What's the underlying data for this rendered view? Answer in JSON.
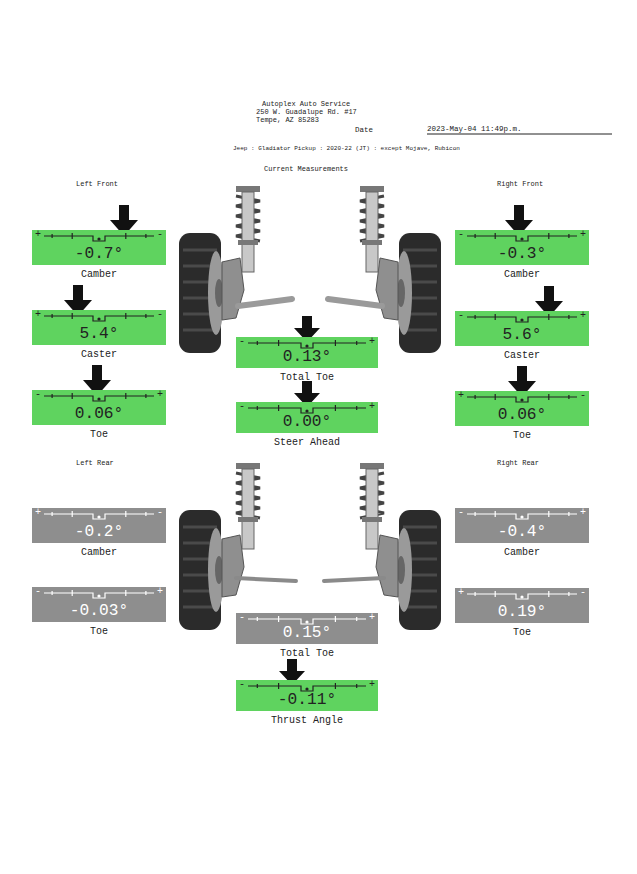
{
  "diagram": {
    "nodes": [
      {
        "text": [
          "+",
          "-",
          "-0.7°",
          "Camber"
        ]
      },
      {
        "text": [
          "-",
          "+",
          "-0.3°",
          "Camber"
        ]
      },
      {
        "text": [
          "+",
          "-",
          "5.4°",
          "Caster"
        ]
      },
      {
        "text": [
          "-",
          "+",
          "5.6°",
          "Caster"
        ]
      },
      {
        "text": [
          "-",
          "+",
          "0.13°",
          "Total Toe"
        ]
      },
      {
        "text": [
          "-",
          "+",
          "0.06°",
          "Toe"
        ]
      },
      {
        "text": [
          "-",
          "+",
          "0.00°",
          "Steer Ahead"
        ]
      },
      {
        "text": [
          "+",
          "-",
          "0.06°",
          "Toe"
        ]
      },
      {
        "text": [
          "+",
          "-",
          "-0.2°",
          "Camber"
        ]
      },
      {
        "text": [
          "-",
          "+",
          "-0.4°",
          "Camber"
        ]
      },
      {
        "text": [
          "-",
          "+",
          "-0.03°",
          "Toe"
        ]
      },
      {
        "text": [
          "+",
          "-",
          "0.19°",
          "Toe"
        ]
      },
      {
        "text": [
          "-",
          "+",
          "0.15°",
          "Total Toe"
        ]
      },
      {
        "text": [
          "-",
          "+",
          "-0.11°",
          "Thrust Angle"
        ]
      }
    ],
    "labels": [
      "Autoplex Auto Service",
      "250 W. Guadalupe Rd. #17",
      "Tempe, AZ 85283",
      "Date",
      "2023-May-04 11:49p.m.",
      "Jeep : Gladiator Pickup : 2020-22 (JT) : except Mojave, Rubicon",
      "Current Measurements",
      "Left Front",
      "Right Front",
      "Left Rear",
      "Right Rear"
    ]
  }
}
